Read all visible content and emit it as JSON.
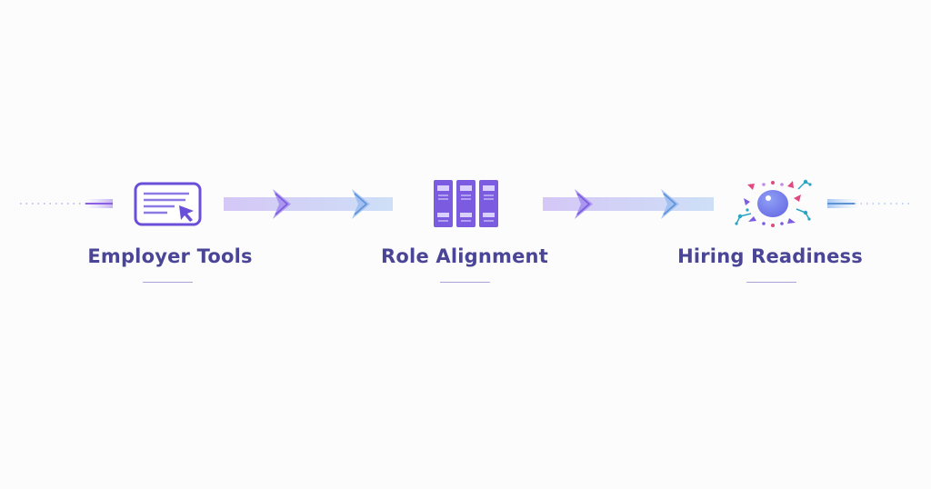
{
  "steps": [
    {
      "label": "Employer Tools",
      "icon": "monitor-cursor-icon"
    },
    {
      "label": "Role Alignment",
      "icon": "file-cabinet-icon"
    },
    {
      "label": "Hiring Readiness",
      "icon": "eye-network-icon"
    }
  ],
  "colors": {
    "label": "#4a4596",
    "purple": "#7b5ce0",
    "blue": "#6fa3dd",
    "underline": "#a9a4d8",
    "accent_pink": "#e0487f",
    "accent_teal": "#2ba3c4"
  }
}
